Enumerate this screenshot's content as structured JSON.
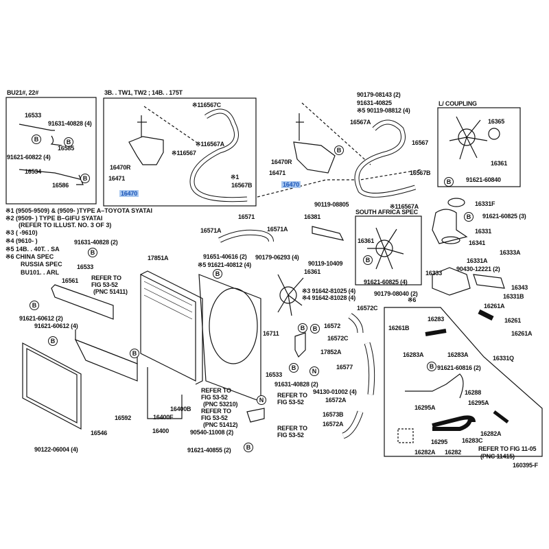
{
  "diagram_id": "160395-F",
  "boxes": {
    "bu21": "BU21#, 22#",
    "type3b": "3B. . TW1, TW2 ; 14B. . 175T",
    "coupling": "L/ COUPLING",
    "south_africa": "SOUTH AFRICA SPEC",
    "spec6": "※6"
  },
  "notes": [
    "※1 (9505-9509) & (9509-          )TYPE A–TOYOTA SYATAI",
    "※2 (9509-          ) TYPE B–GIFU SYATAI",
    "(REFER TO ILLUST. NO. 3 OF 3)",
    "※3 (          -9610)",
    "※4 (9610-          )",
    "※5 14B. . 40T. . SA",
    "※6 CHINA SPEC",
    "RUSSIA SPEC",
    "BU101. . ARL"
  ],
  "highlighted_part": "16470",
  "labels": [
    "16533",
    "91631-40828 (4)",
    "16585",
    "91621-60822 (4)",
    "16534",
    "16586",
    "※116567C",
    "※116567A",
    "※116567",
    "16470R",
    "16471",
    "16470",
    "※1",
    "16567B",
    "16571",
    "16571A",
    "16571A",
    "91631-40828 (2)",
    "17851A",
    "16533",
    "91651-40616 (2)",
    "※5 91621-40812 (4)",
    "90179-06293 (4)",
    "16381",
    "90119-08805",
    "90119-10409",
    "90179-08143 (2)",
    "91631-40825",
    "※5 90119-08812 (4)",
    "16567A",
    "16567",
    "16470R",
    "16471",
    "16470",
    "16567B",
    "※116567A",
    "16365",
    "16361",
    "91621-60840",
    "16331F",
    "91621-60825 (3)",
    "16331",
    "16341",
    "16333A",
    "16331A",
    "16333",
    "90430-12221 (2)",
    "16361",
    "91621-60825 (4)",
    "16361",
    "※3 91642-81025 (4)",
    "※4 91642-81028 (4)",
    "90179-08040 (2)",
    "16343",
    "16331B",
    "16261A",
    "16572C",
    "16283",
    "16261",
    "16572",
    "16261B",
    "16261A",
    "16572C",
    "16283A",
    "16283A",
    "17852A",
    "16331Q",
    "91621-60816 (2)",
    "16533",
    "91631-40828 (2)",
    "16577",
    "94130-01002 (4)",
    "16288",
    "16572A",
    "16295A",
    "REFER TO",
    "FIG 53-52",
    "16295A",
    "16573B",
    "16572A",
    "REFER TO",
    "FIG 53-52",
    "16282A",
    "16295",
    "16283C",
    "16282A",
    "16282",
    "REFER TO FIG 11-05",
    "(PNC 11415)",
    "16561",
    "REFER TO",
    "FIG 53-52",
    "(PNC 51411)",
    "91621-60612 (2)",
    "91621-60612 (4)",
    "16711",
    "16592",
    "16400F",
    "16400B",
    "16400",
    "16546",
    "90122-06004 (4)",
    "REFER TO",
    "FIG 53-52",
    "(PNC 53210)",
    "REFER TO",
    "FIG 53-52",
    "(PNC 51412)",
    "90540-11008 (2)",
    "91621-40855 (2)",
    "160395-F"
  ],
  "markers": [
    "B",
    "B",
    "B",
    "B",
    "B",
    "B",
    "B",
    "B",
    "B",
    "B",
    "B",
    "B",
    "B",
    "B",
    "B",
    "N",
    "N",
    "B",
    "B"
  ]
}
